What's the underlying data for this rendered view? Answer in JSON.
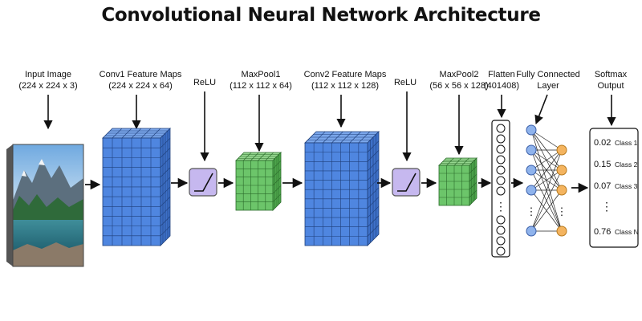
{
  "title": "Convolutional Neural Network Architecture",
  "stages": {
    "input": {
      "name": "Input Image",
      "dims": "(224 x 224 x 3)"
    },
    "conv1": {
      "name": "Conv1 Feature Maps",
      "dims": "(224 x 224 x 64)"
    },
    "relu1": {
      "name": "ReLU"
    },
    "pool1": {
      "name": "MaxPool1",
      "dims": "(112 x 112 x 64)"
    },
    "conv2": {
      "name": "Conv2 Feature Maps",
      "dims": "(112 x 112 x 128)"
    },
    "relu2": {
      "name": "ReLU"
    },
    "pool2": {
      "name": "MaxPool2",
      "dims": "(56 x 56 x 128)"
    },
    "flatten": {
      "name": "Flatten",
      "dims": "(401408)"
    },
    "fc": {
      "name": "Fully Connected",
      "dims": "Layer"
    },
    "softmax": {
      "name": "Softmax",
      "dims": "Output"
    }
  },
  "softmax_outputs": [
    {
      "value": "0.02",
      "label": "Class 1"
    },
    {
      "value": "0.15",
      "label": "Class 2"
    },
    {
      "value": "0.07",
      "label": "Class 3"
    },
    {
      "value": "0.76",
      "label": "Class N"
    }
  ],
  "colors": {
    "conv_blue": "#4f86e0",
    "pool_green": "#6cc56a",
    "relu_purple": "#c6b8ef",
    "fc_blue": "#8fb3ec",
    "fc_orange": "#f4b45f",
    "arrow": "#111111"
  }
}
